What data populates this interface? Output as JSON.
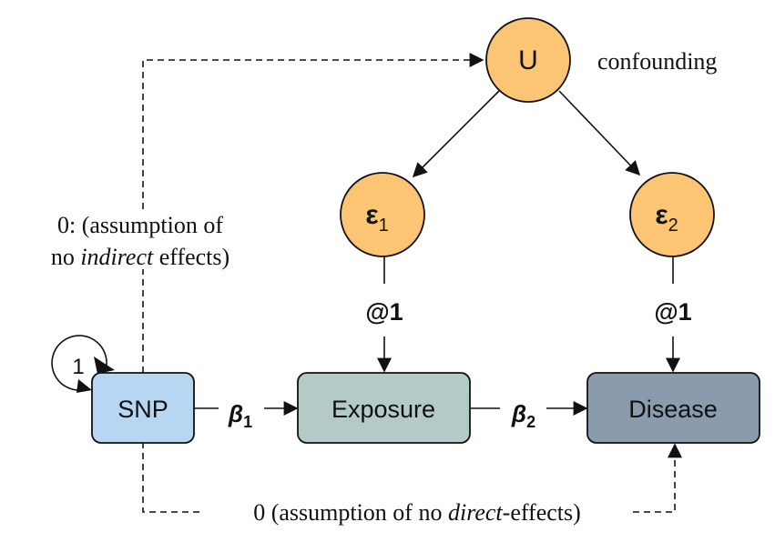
{
  "nodes": {
    "u": {
      "label": "U",
      "color": "#fcc573"
    },
    "e1": {
      "letter": "ε",
      "sub": "1",
      "color": "#fcc573"
    },
    "e2": {
      "letter": "ε",
      "sub": "2",
      "color": "#fcc573"
    },
    "snp": {
      "label": "SNP",
      "color": "#b7d6f2"
    },
    "exposure": {
      "label": "Exposure",
      "color": "#b3cac6"
    },
    "disease": {
      "label": "Disease",
      "color": "#8a9bad"
    }
  },
  "labels": {
    "confounding": "confounding",
    "self_loop": "1",
    "fixed_1": "@1",
    "fixed_2": "@1",
    "beta1": {
      "symbol": "β",
      "sub": "1"
    },
    "beta2": {
      "symbol": "β",
      "sub": "2"
    },
    "indirect": {
      "line1": "0: (assumption of",
      "line2_pre": "no ",
      "line2_em": "indirect",
      "line2_post": " effects)"
    },
    "direct": {
      "pre": "0 (assumption of no ",
      "em": "direct",
      "post": "-effects)"
    }
  }
}
